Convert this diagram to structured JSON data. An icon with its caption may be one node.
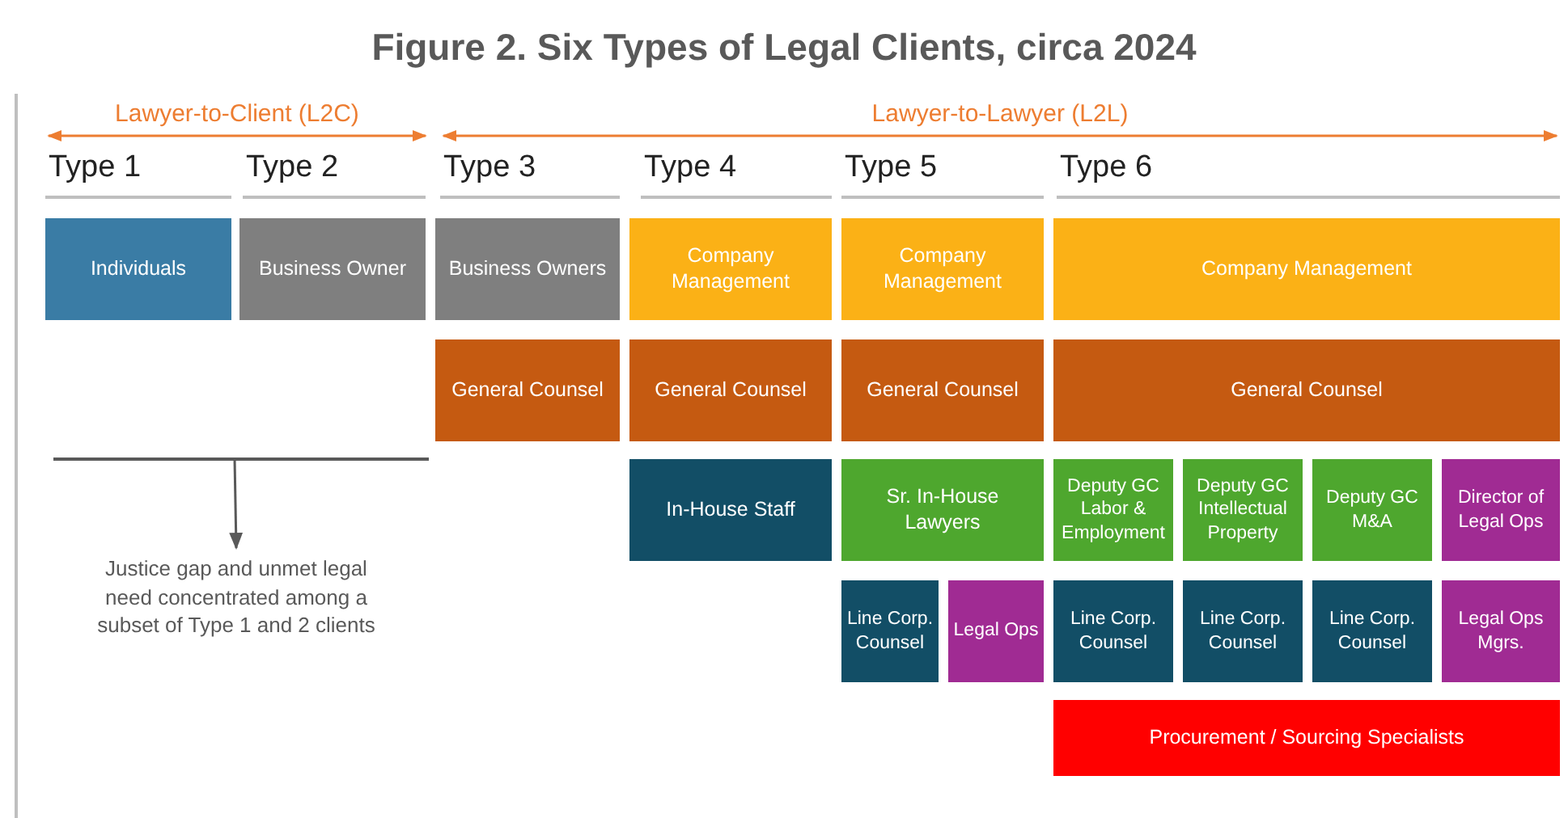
{
  "diagram": {
    "title": "Figure 2. Six Types of Legal Clients, circa 2024",
    "nodes": [
      {
        "text": [
          "Individuals"
        ]
      },
      {
        "text": [
          "Business Owner"
        ]
      },
      {
        "text": [
          "Business Owners"
        ]
      },
      {
        "text": [
          "Company Management"
        ]
      },
      {
        "text": [
          "Company Management"
        ]
      },
      {
        "text": [
          "Company Management"
        ]
      },
      {
        "text": [
          "General Counsel"
        ]
      },
      {
        "text": [
          "General Counsel"
        ]
      },
      {
        "text": [
          "General Counsel"
        ]
      },
      {
        "text": [
          "General Counsel"
        ]
      },
      {
        "text": [
          "In-House Staff"
        ]
      },
      {
        "text": [
          "Sr. In-House Lawyers"
        ]
      },
      {
        "text": [
          "Deputy GC Labor & Employment"
        ]
      },
      {
        "text": [
          "Deputy GC Intellectual Property"
        ]
      },
      {
        "text": [
          "Deputy GC M&A"
        ]
      },
      {
        "text": [
          "Director of Legal Ops"
        ]
      },
      {
        "text": [
          "Line Corp. Counsel"
        ]
      },
      {
        "text": [
          "Legal Ops"
        ]
      },
      {
        "text": [
          "Line Corp. Counsel"
        ]
      },
      {
        "text": [
          "Line Corp. Counsel"
        ]
      },
      {
        "text": [
          "Line Corp. Counsel"
        ]
      },
      {
        "text": [
          "Legal Ops Mgrs."
        ]
      },
      {
        "text": [
          "Procurement / Sourcing Specialists"
        ]
      },
      {
        "text": [
          "Justice gap and unmet legal need concentrated among a subset of Type 1 and 2 clients"
        ]
      }
    ],
    "edges": [
      {
        "from": null,
        "to": 23,
        "arrow": "to"
      }
    ],
    "labels": [
      "Lawyer-to-Client (L2C)",
      "Lawyer-to-Lawyer (L2L)",
      "Type 1",
      "Type 2",
      "Type 3",
      "Type 4",
      "Type 5",
      "Type 6"
    ]
  }
}
